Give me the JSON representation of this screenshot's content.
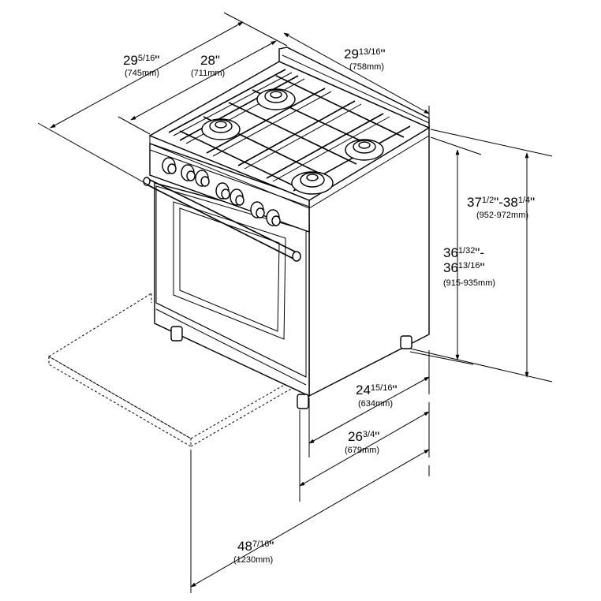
{
  "dimensions": {
    "total_depth": {
      "whole": "29",
      "frac": "5/16",
      "unit": "\"",
      "mm": "(745mm)"
    },
    "cooktop_depth": {
      "whole": "28",
      "frac": "",
      "unit": "\"",
      "mm": "(711mm)"
    },
    "width": {
      "whole": "29",
      "frac": "13/16",
      "unit": "\"",
      "mm": "(758mm)"
    },
    "height_backguard": {
      "a_whole": "37",
      "a_frac": "1/2",
      "sep": "\"-",
      "b_whole": "38",
      "b_frac": "1/4",
      "unit": "\"",
      "mm": "(952-972mm)"
    },
    "height_cooktop": {
      "a_whole": "36",
      "a_frac": "1/32",
      "sep": "\"-",
      "b_whole": "36",
      "b_frac": "13/16",
      "unit": "\"",
      "mm": "(915-935mm)"
    },
    "body_depth": {
      "whole": "24",
      "frac": "15/16",
      "unit": "\"",
      "mm": "(634mm)"
    },
    "depth_with_handle": {
      "whole": "26",
      "frac": "3/4",
      "unit": "\"",
      "mm": "(679mm)"
    },
    "depth_door_open": {
      "whole": "48",
      "frac": "7/16",
      "unit": "\"",
      "mm": "(1230mm)"
    }
  }
}
